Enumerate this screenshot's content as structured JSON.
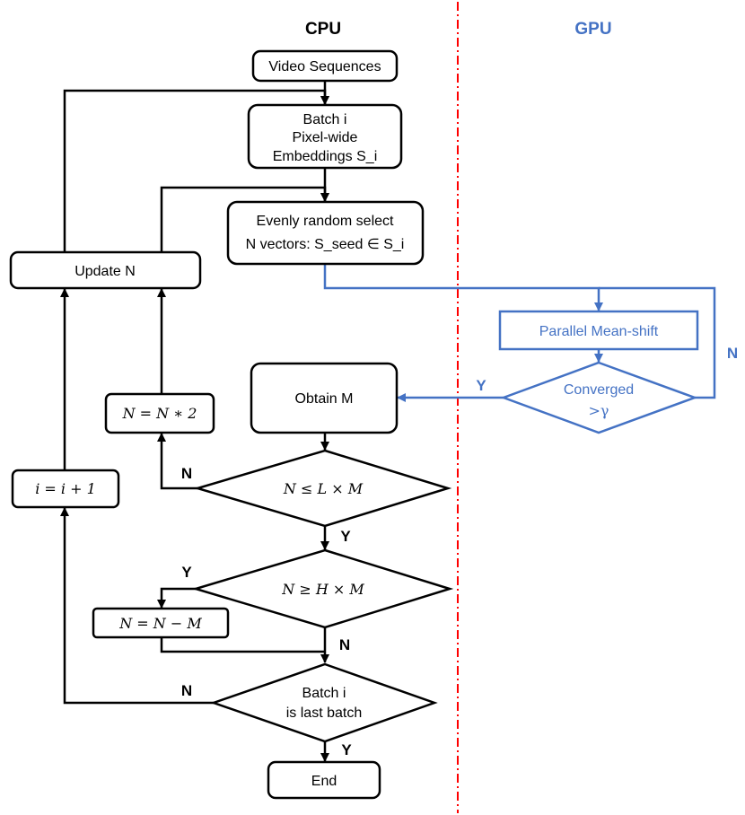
{
  "headers": {
    "cpu": "CPU",
    "gpu": "GPU"
  },
  "nodes": {
    "video_sequences": "Video Sequences",
    "batch_line1": "Batch i",
    "batch_line2": "Pixel-wide",
    "batch_line3": "Embeddings S_i",
    "select_line1": "Evenly random select",
    "select_line2": "N vectors: S_seed ∈ S_i",
    "update_n": "Update N",
    "mean_shift": "Parallel Mean-shift",
    "converged_line1": "Converged",
    "converged_line2": ">γ",
    "obtain_m": "Obtain M",
    "double_n": "N = N ∗ 2",
    "increment_i": "i = i + 1",
    "cond_low": "N ≤ L × M",
    "cond_high": "N ≥ H × M",
    "subtract_m": "N = N − M",
    "last_line1": "Batch i",
    "last_line2": "is last batch",
    "end": "End"
  },
  "edge_labels": {
    "gpu_no": "N",
    "gpu_yes": "Y",
    "low_no": "N",
    "low_yes": "Y",
    "high_yes": "Y",
    "high_no": "N",
    "last_no": "N",
    "last_yes": "Y"
  },
  "colors": {
    "cpu": "#000000",
    "gpu": "#4472c4",
    "divider": "#ff0000"
  }
}
